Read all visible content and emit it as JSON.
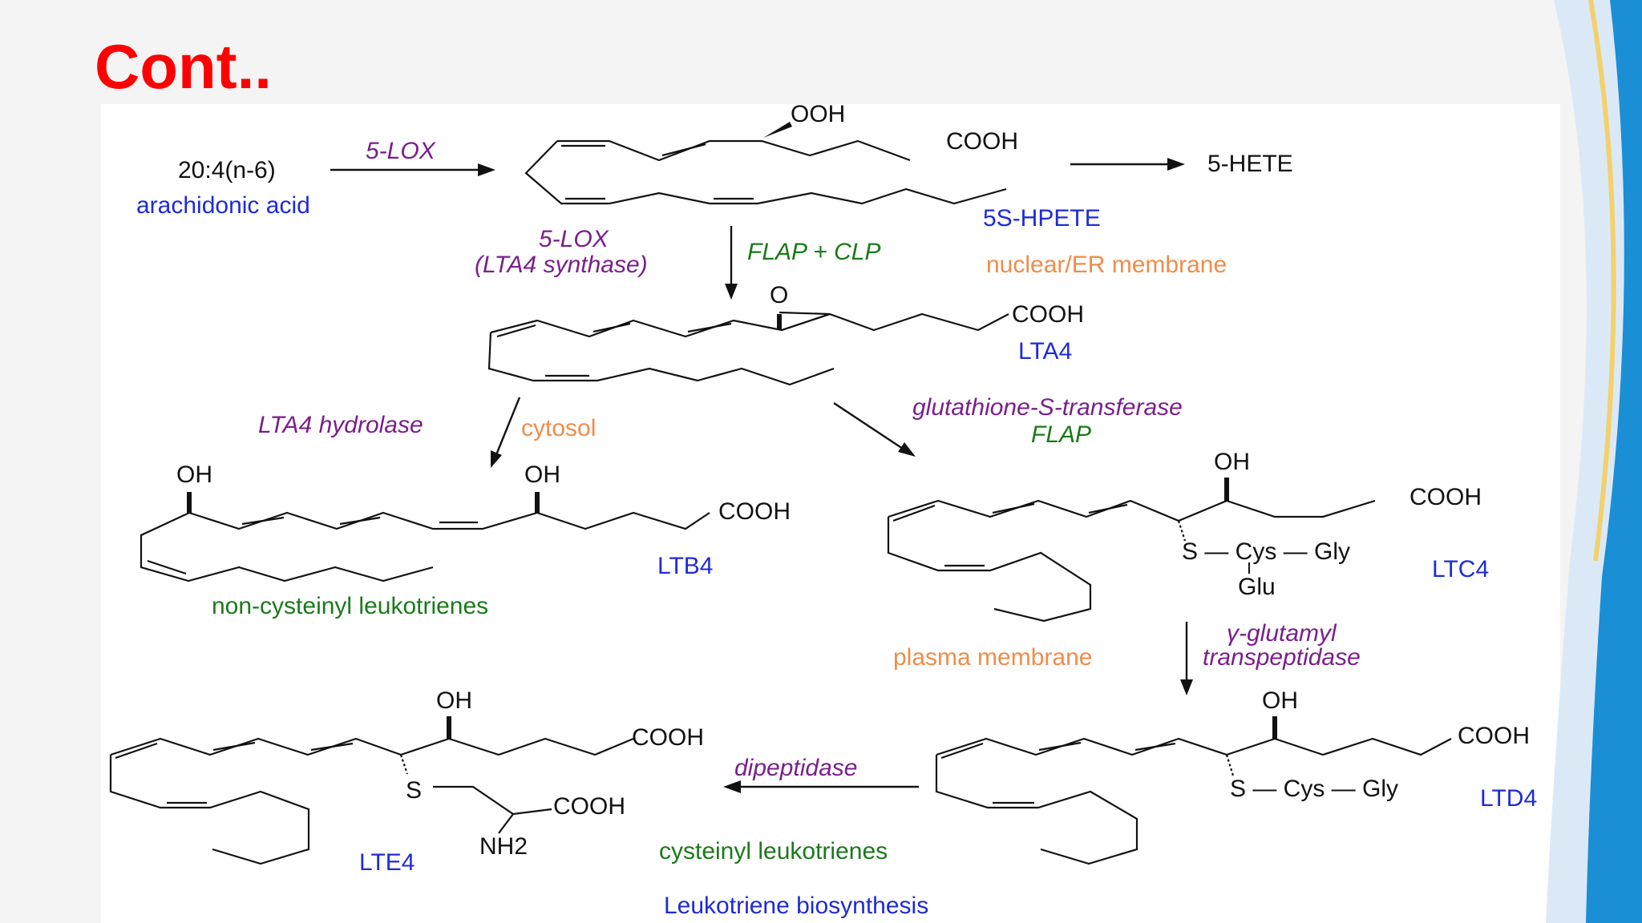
{
  "slide": {
    "title": "Cont.."
  },
  "colors": {
    "title": "#ff0000",
    "compound": "#1f2bd6",
    "enzyme": "#7a1f8c",
    "cofactor": "#1a7a1a",
    "location": "#f08c4a"
  },
  "diagram": {
    "substrate_formula": "20:4(n-6)",
    "substrate_name": "arachidonic acid",
    "enzyme_5lox": "5-LOX",
    "enzyme_5lox_b": "5-LOX",
    "enzyme_lta4_synthase": "(LTA4 synthase)",
    "flap_clp": "FLAP + CLP",
    "product_5hete": "5-HETE",
    "compound_5shpete": "5S-HPETE",
    "loc_nuclear": "nuclear/ER membrane",
    "compound_lta4": "LTA4",
    "enzyme_lta4_hydrolase": "LTA4 hydrolase",
    "loc_cytosol": "cytosol",
    "enzyme_gst": "glutathione-S-transferase",
    "flap": "FLAP",
    "compound_ltb4": "LTB4",
    "class_noncysteinyl": "non-cysteinyl leukotrienes",
    "compound_ltc4": "LTC4",
    "loc_plasma": "plasma membrane",
    "enzyme_ggt_1": "γ-glutamyl",
    "enzyme_ggt_2": "transpeptidase",
    "compound_ltd4": "LTD4",
    "enzyme_dipeptidase": "dipeptidase",
    "compound_lte4": "LTE4",
    "class_cysteinyl": "cysteinyl leukotrienes",
    "caption": "Leukotriene biosynthesis",
    "group_ooh": "OOH",
    "group_cooh_1": "COOH",
    "group_cooh_2": "COOH",
    "group_cooh_3": "COOH",
    "group_cooh_4": "COOH",
    "group_cooh_5": "COOH",
    "group_cooh_6": "COOH",
    "group_cooh_7": "COOH",
    "group_epoxide": "O",
    "group_oh_1": "OH",
    "group_oh_2": "OH",
    "group_oh_3": "OH",
    "group_oh_4": "OH",
    "group_oh_5": "OH",
    "ltc4_peptide": "S — Cys — Gly",
    "ltc4_glu": "Glu",
    "ltd4_peptide": "S — Cys — Gly",
    "lte4_s": "S",
    "lte4_nh2": "NH2"
  }
}
